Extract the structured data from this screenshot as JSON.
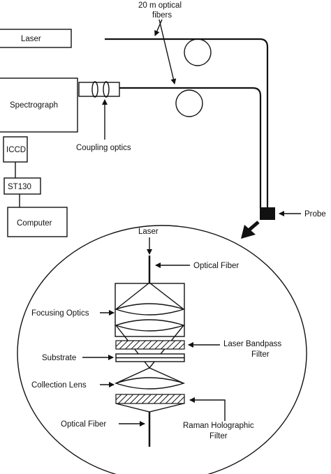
{
  "labels": {
    "fiber_note_line1": "20  m  optical",
    "fiber_note_line2": "fibers",
    "laser": "Laser",
    "spectrograph": "Spectrograph",
    "iccd": "ICCD",
    "st130": "ST130",
    "computer": "Computer",
    "coupling_optics": "Coupling optics",
    "probe": "Probe",
    "detail_laser": "Laser",
    "optical_fiber_top": "Optical  Fiber",
    "focusing_optics": "Focusing  Optics",
    "laser_bandpass_line1": "Laser Bandpass",
    "laser_bandpass_line2": "Filter",
    "substrate": "Substrate",
    "collection_lens": "Collection  Lens",
    "optical_fiber_bottom": "Optical  Fiber",
    "raman_line1": "Raman  Holographic",
    "raman_line2": "Filter"
  }
}
